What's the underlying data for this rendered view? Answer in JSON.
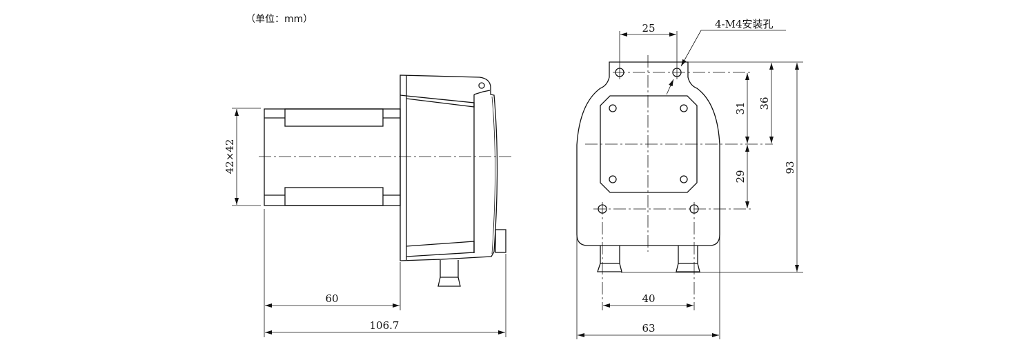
{
  "units_note": "（单位：mm）",
  "side_view": {
    "dim_motor_size": "42×42",
    "dim_motor_length": "60",
    "dim_total_length": "106.7"
  },
  "front_view": {
    "hole_callout": "4-M4安装孔",
    "dim_top_hole_spacing": "25",
    "dim_top_to_center": "36",
    "dim_hole_to_center": "31",
    "dim_center_to_lower_hole": "29",
    "dim_total_height": "93",
    "dim_lower_hole_spacing": "40",
    "dim_total_width": "63"
  }
}
